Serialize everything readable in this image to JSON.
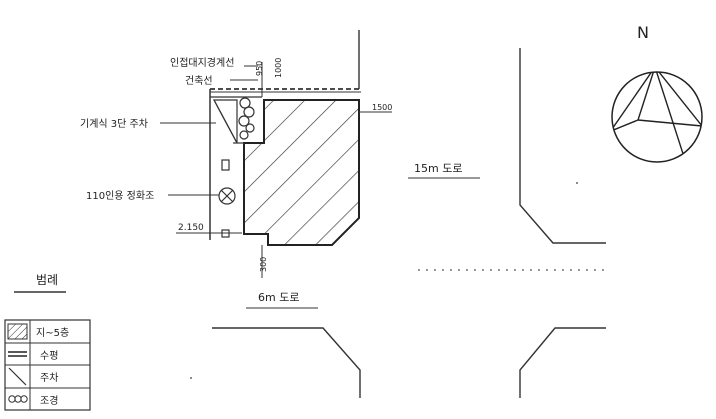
{
  "labels": {
    "boundary": "인접대지경계선",
    "building_line": "건축선",
    "machine_parking": "기계식 3단 주차",
    "septic": "110인용 정화조",
    "setback_left": "2.150",
    "dim_top_a": "950",
    "dim_top_b": "1000",
    "dim_right": "1500",
    "dim_bottom": "300"
  },
  "roads": {
    "east": "15m 도로",
    "south": "6m 도로"
  },
  "north": {
    "letter": "N"
  },
  "legend": {
    "title": "범례",
    "items": [
      {
        "label": "지~5층",
        "pattern": "hatch"
      },
      {
        "label": "수평",
        "pattern": "double-line"
      },
      {
        "label": "주차",
        "pattern": "diagonal"
      },
      {
        "label": "조경",
        "pattern": "circles"
      }
    ]
  },
  "colors": {
    "ink": "#222222",
    "paper": "#ffffff"
  }
}
